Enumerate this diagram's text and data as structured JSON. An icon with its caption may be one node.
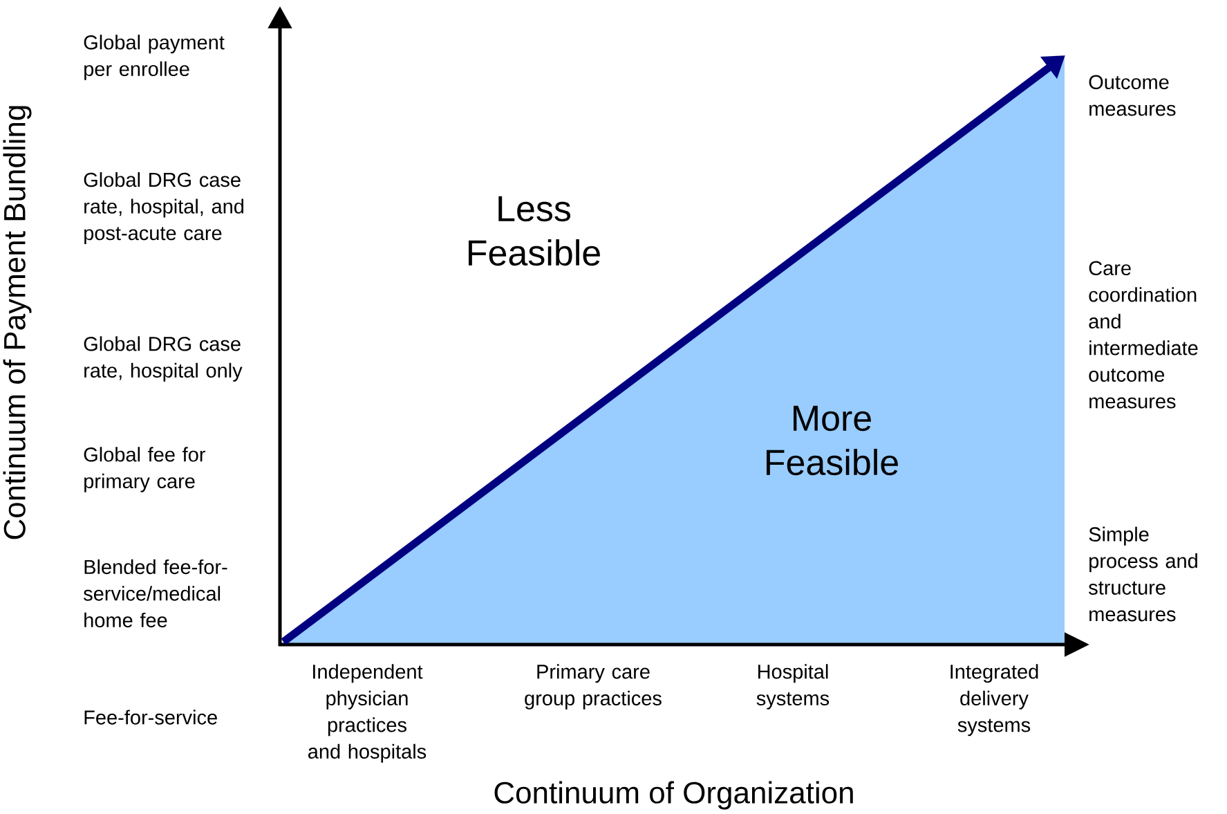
{
  "diagram": {
    "labels": [
      "Continuum of Payment Bundling",
      "Global payment per enrollee",
      "Global DRG case rate, hospital, and post-acute care",
      "Global DRG case rate, hospital only",
      "Global fee for primary care",
      "Blended fee-for-service/medical home fee",
      "Fee-for-service",
      "Less Feasible",
      "Outcome measures",
      "Care coordination and intermediate outcome measures",
      "More Feasible",
      "Simple process and structure measures",
      "Independent physician practices and hospitals",
      "Primary care group practices",
      "Hospital systems",
      "Integrated delivery systems",
      "Continuum of Organization"
    ]
  }
}
